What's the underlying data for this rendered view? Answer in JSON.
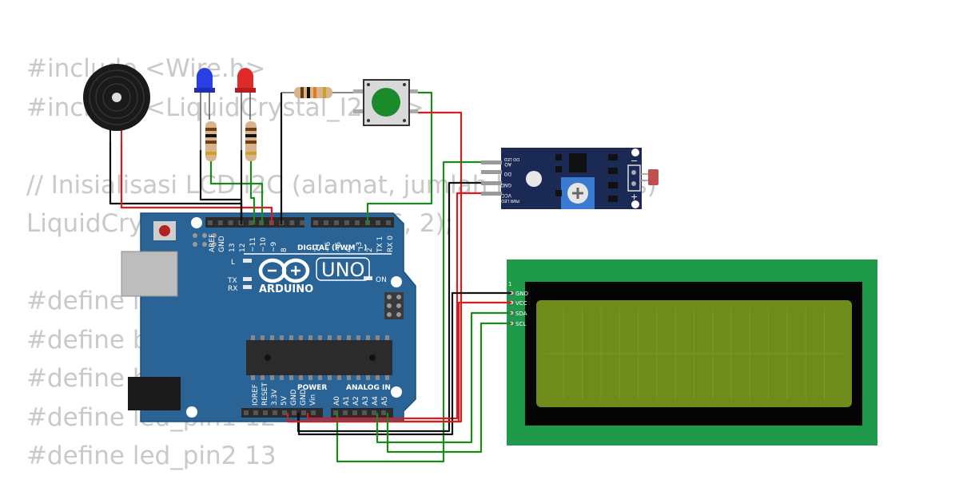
{
  "code_lines": [
    "#include <Wire.h>",
    "#include <LiquidCrystal_I2C.h>",
    "",
    "// Inisialisasi LCD I2C (alamat, jumlah kolom, baris)",
    "LiquidCrystal_I2C lcd(0x27, 16, 2);",
    "",
    "#define ldr_pin A0",
    "#define buzzer_pin 8",
    "#define button_pin 2",
    "#define led_pin1 12",
    "#define led_pin2 13"
  ],
  "arduino": {
    "brand": "ARDUINO",
    "model": "UNO",
    "digital_header": "DIGITAL (PWM ~)",
    "power_header": "POWER",
    "analog_header": "ANALOG IN",
    "on_label": "ON",
    "l_label": "L",
    "tx_label": "TX",
    "rx_label": "RX",
    "digital_pins": [
      "AREF",
      "GND",
      "13",
      "12",
      "~11",
      "~10",
      "~9",
      "8",
      "7",
      "~6",
      "~5",
      "4",
      "~3",
      "2",
      "TX 1",
      "RX 0"
    ],
    "power_pins": [
      "IOREF",
      "RESET",
      "3.3V",
      "5V",
      "GND",
      "GND",
      "Vin"
    ],
    "analog_pins": [
      "A0",
      "A1",
      "A2",
      "A3",
      "A4",
      "A5"
    ]
  },
  "ldr_module": {
    "labels": [
      "AO",
      "DO",
      "GND",
      "VCC"
    ],
    "led_labels": [
      "DO LED",
      "PWR LED"
    ],
    "plus": "+",
    "minus": "−"
  },
  "lcd": {
    "pin_number": "1",
    "pins": [
      "GND",
      "VCC",
      "SDA",
      "SCL"
    ]
  },
  "colors": {
    "board": "#2a6496",
    "wire_black": "#111111",
    "wire_red": "#d91c1c",
    "wire_green": "#1a8a1a",
    "lcd_pcb": "#1e9a4a",
    "lcd_screen": "#6f8c1a",
    "module_pcb": "#1b2a55",
    "button_cap": "#1a8a2a",
    "led_blue": "#2a3fe0",
    "led_red": "#e02a2a"
  }
}
